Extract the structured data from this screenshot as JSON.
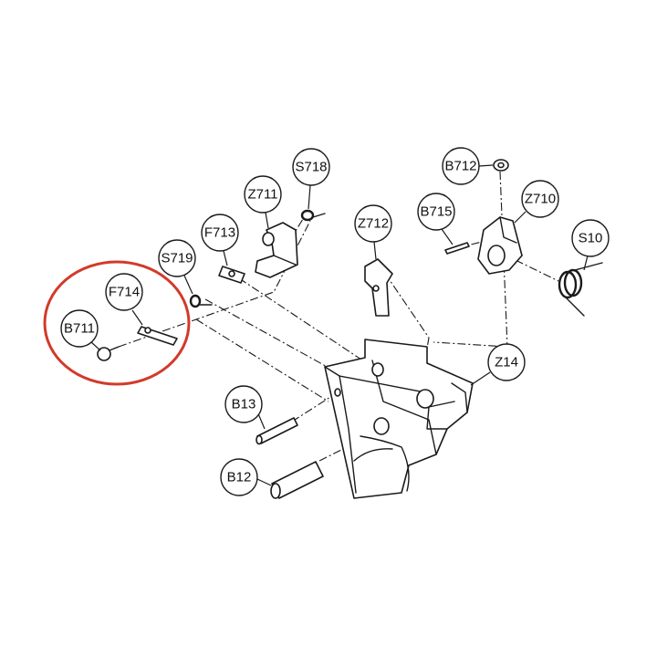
{
  "highlight_color": "#d23a2a",
  "labels": {
    "b711": "B711",
    "f714": "F714",
    "s719": "S719",
    "f713": "F713",
    "z711": "Z711",
    "s718": "S718",
    "z712": "Z712",
    "b712": "B712",
    "b715": "B715",
    "z710": "Z710",
    "s10": "S10",
    "z14": "Z14",
    "b13": "B13",
    "b12": "B12"
  }
}
